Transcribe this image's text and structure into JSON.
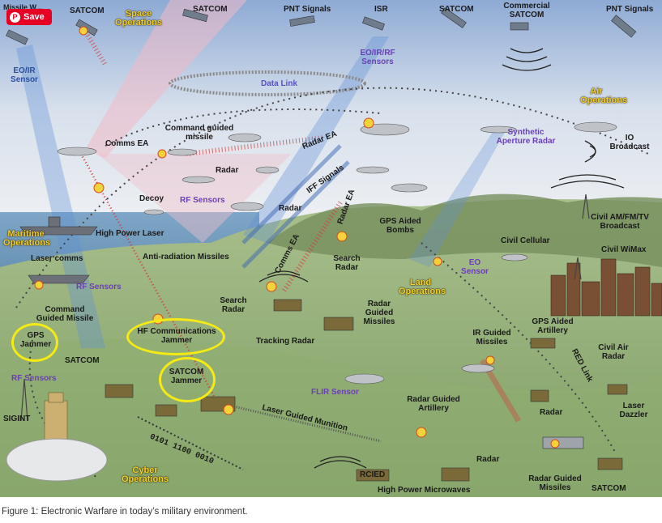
{
  "save_button": {
    "label": "Save",
    "icon": "pinterest-icon"
  },
  "caption": "Figure 1: Electronic Warfare in today’s military environment.",
  "colors": {
    "sky_top": "#9fb8dc",
    "sky_bottom": "#eef1f4",
    "land": "#9cb47c",
    "hills": "#6f8c59",
    "highlight": "#f5ea14",
    "pin_red": "#e60023"
  },
  "labels": {
    "missile_warning": "Missile W...",
    "satcom_1": "SATCOM",
    "space_operations": "Space Operations",
    "satcom_2": "SATCOM",
    "pnt_signals_1": "PNT Signals",
    "isr": "ISR",
    "satcom_3": "SATCOM",
    "commercial_satcom": "Commercial SATCOM",
    "pnt_signals_2": "PNT Signals",
    "eo_ir_sensor": "EO/IR Sensor",
    "eo_ir_rf_sensors": "EO/IR/RF Sensors",
    "data_link": "Data Link",
    "air_operations": "Air Operations",
    "command_guided_missile": "Command guided missile",
    "comms_ea_1": "Comms EA",
    "radar_ea_1": "Radar EA",
    "synthetic_aperture_radar": "Synthetic Aperture Radar",
    "io_broadcast": "IO Broadcast",
    "radar_1": "Radar",
    "iff_signals": "IFF Signals",
    "decoy": "Decoy",
    "rf_sensors_1": "RF Sensors",
    "radar_2": "Radar",
    "radar_ea_2": "Radar EA",
    "gps_aided_bombs": "GPS Aided Bombs",
    "civil_am_fm_tv": "Civil AM/FM/TV Broadcast",
    "maritime_operations": "Maritime Operations",
    "high_power_laser": "High Power Laser",
    "civil_cellular": "Civil Cellular",
    "civil_wimax": "Civil WiMax",
    "laser_comms": "Laser comms",
    "anti_radiation_missiles": "Anti-radiation Missiles",
    "comms_ea_2": "Comms EA",
    "search_radar_1": "Search Radar",
    "eo_sensor": "EO Sensor",
    "rf_sensors_2": "RF Sensors",
    "land_operations": "Land Operations",
    "search_radar_2": "Search Radar",
    "command_guided_missile_2": "Command Guided Missile",
    "radar_guided_missiles_1": "Radar Guided Missiles",
    "gps_aided_artillery": "GPS Aided Artillery",
    "gps_jammer": "GPS Jammer",
    "hf_comms_jammer": "HF Communications Jammer",
    "tracking_radar": "Tracking Radar",
    "ir_guided_missiles": "IR Guided Missiles",
    "civil_air_radar": "Civil Air Radar",
    "satcom_4": "SATCOM",
    "satcom_jammer": "SATCOM Jammer",
    "red_link": "RED Link",
    "rf_sensors_3": "RF Sensors",
    "flir_sensor": "FLIR Sensor",
    "sigint": "SIGINT",
    "radar_guided_artillery": "Radar Guided Artillery",
    "laser_guided_munition": "Laser Guided Munition",
    "radar_3": "Radar",
    "laser_dazzler": "Laser Dazzler",
    "binary": "0101 1100 0010",
    "cyber_operations": "Cyber Operations",
    "radar_4": "Radar",
    "rcied": "RCIED",
    "high_power_microwaves": "High Power Microwaves",
    "radar_guided_missiles_2": "Radar Guided Missiles",
    "satcom_5": "SATCOM"
  }
}
